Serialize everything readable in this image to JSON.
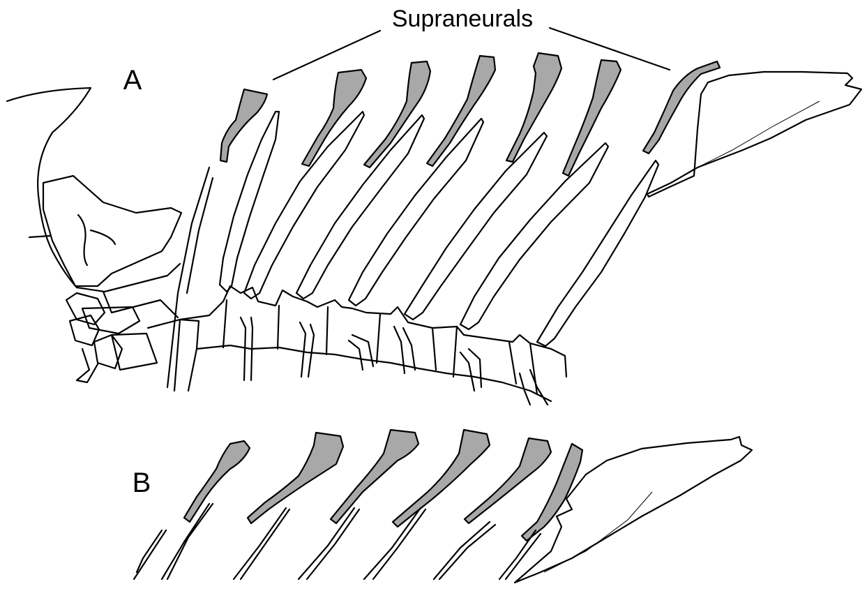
{
  "labels": {
    "title": "Supraneurals",
    "panel_a": "A",
    "panel_b": "B"
  },
  "colors": {
    "supraneural_fill": "#a8a8a8",
    "outline": "#000000",
    "background": "#ffffff"
  }
}
